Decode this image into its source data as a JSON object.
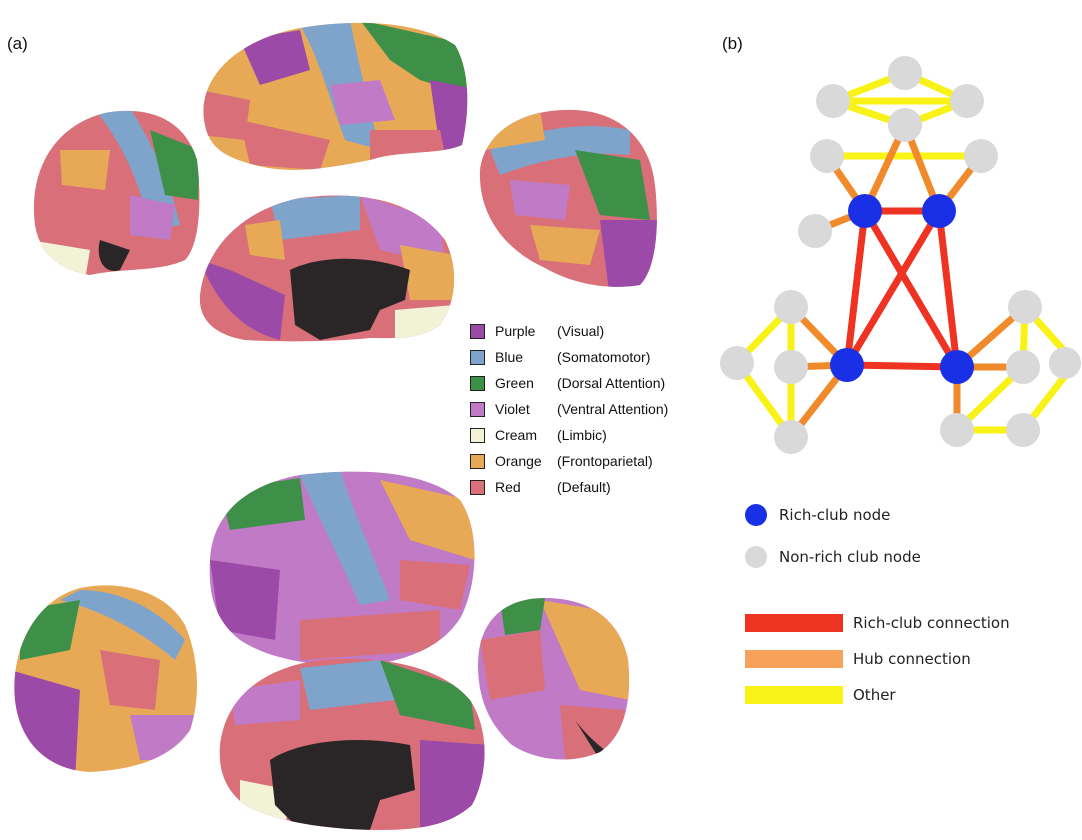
{
  "panel_a": {
    "label": "(a)",
    "legend": [
      {
        "name": "Purple",
        "desc": "(Visual)",
        "color": "#9b4aa8"
      },
      {
        "name": "Blue",
        "desc": "(Somatomotor)",
        "color": "#7ea4cc"
      },
      {
        "name": "Green",
        "desc": "(Dorsal Attention)",
        "color": "#3e8f48"
      },
      {
        "name": "Violet",
        "desc": "(Ventral Attention)",
        "color": "#c17ac6"
      },
      {
        "name": "Cream",
        "desc": "(Limbic)",
        "color": "#f2f2d6"
      },
      {
        "name": "Orange",
        "desc": "(Frontoparietal)",
        "color": "#e7a956"
      },
      {
        "name": "Red",
        "desc": "(Default)",
        "color": "#d97079"
      }
    ]
  },
  "panel_b": {
    "label": "(b)",
    "node_legend": [
      {
        "label": "Rich-club node",
        "color": "#1a30e6"
      },
      {
        "label": "Non-rich club node",
        "color": "#d9d9d9"
      }
    ],
    "edge_legend": [
      {
        "label": "Rich-club connection",
        "color": "#ee3322"
      },
      {
        "label": "Hub connection",
        "color": "#f7a25a"
      },
      {
        "label": "Other",
        "color": "#f9f217"
      }
    ]
  }
}
